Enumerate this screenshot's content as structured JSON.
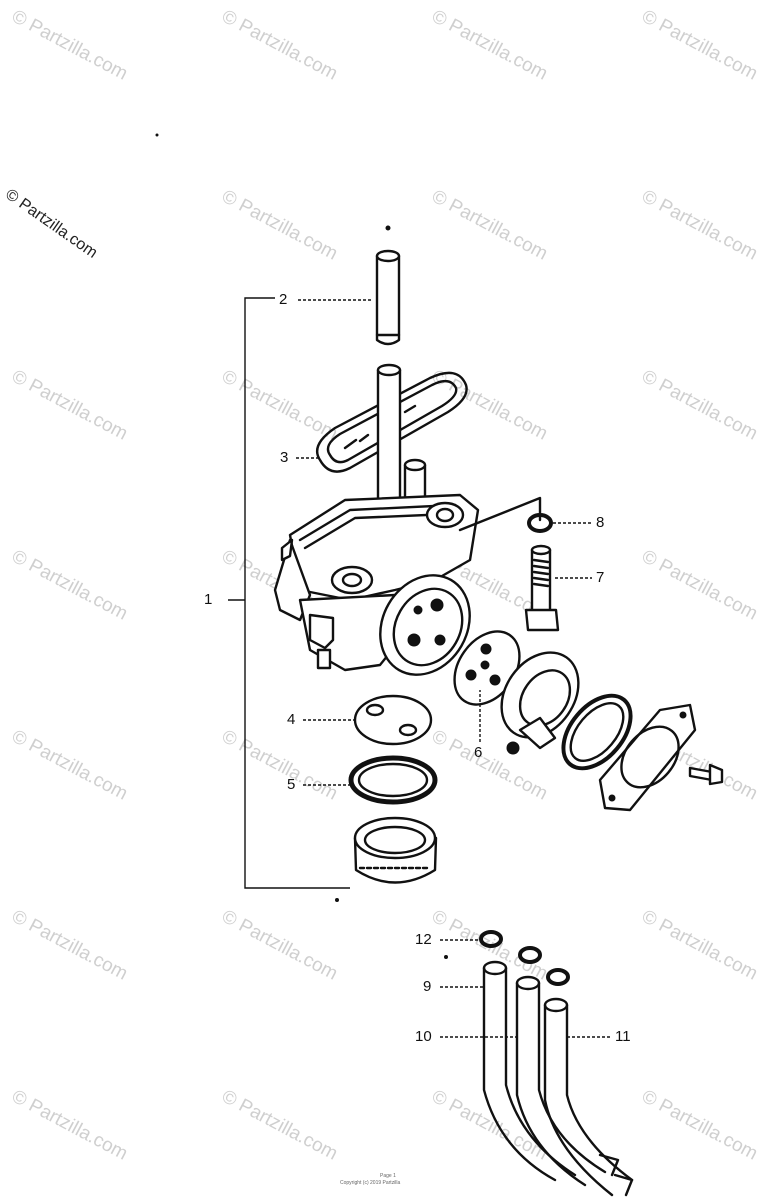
{
  "watermark": {
    "brand_text": "© Partzilla.com",
    "tile_text": "© Partzilla.com"
  },
  "callouts": {
    "c1": "1",
    "c2": "2",
    "c3": "3",
    "c4": "4",
    "c5": "5",
    "c6": "6",
    "c7": "7",
    "c8": "8",
    "c9": "9",
    "c10": "10",
    "c11": "11",
    "c12": "12"
  },
  "footer": {
    "line1": "Copyright (c) 2019 Partzilla",
    "line2": "Page 1"
  },
  "colors": {
    "ink": "#111111",
    "watermark": "#cfcfcf",
    "background": "#ffffff"
  }
}
